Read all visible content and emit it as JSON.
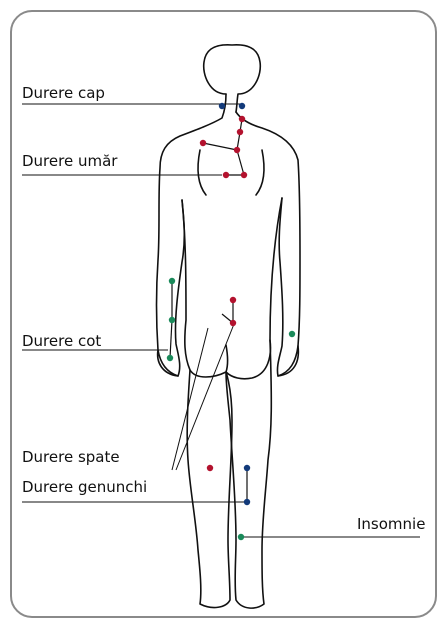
{
  "labels": {
    "head": "Durere cap",
    "shoulder": "Durere umăr",
    "elbow": "Durere cot",
    "back": "Durere spate",
    "knee": "Durere genunchi",
    "insomnia": "Insomnie"
  },
  "colors": {
    "red": "#b3122e",
    "blue": "#123a7a",
    "green": "#1a8a5a",
    "outline": "#111111",
    "frame": "#8a8a8a"
  }
}
